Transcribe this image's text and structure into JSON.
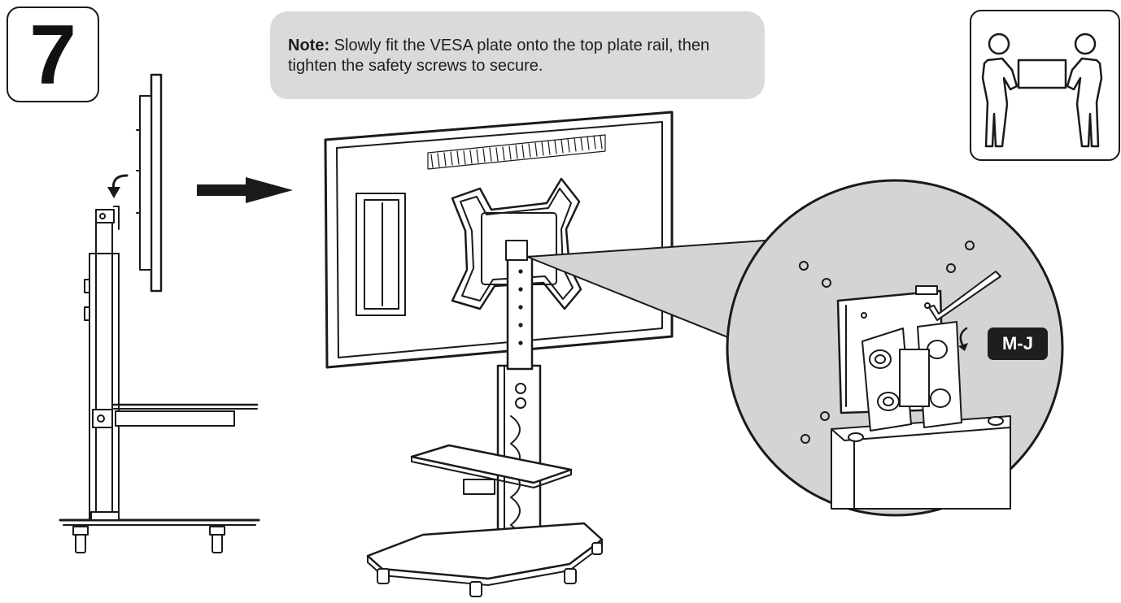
{
  "step": {
    "number": "7"
  },
  "note": {
    "label": "Note:",
    "text": " Slowly fit the VESA plate onto the top plate rail, then tighten the safety screws to secure."
  },
  "callout": {
    "tool_label": "M-J"
  },
  "icons": [
    "two-person-lift-icon",
    "arrow-right-icon",
    "rotate-arrow-icon",
    "allen-key-icon"
  ],
  "colors": {
    "line": "#1a1a1a",
    "note_background": "#dadada",
    "magnifier_fill": "#d4d4d4",
    "label_background": "#1e1e1e"
  }
}
